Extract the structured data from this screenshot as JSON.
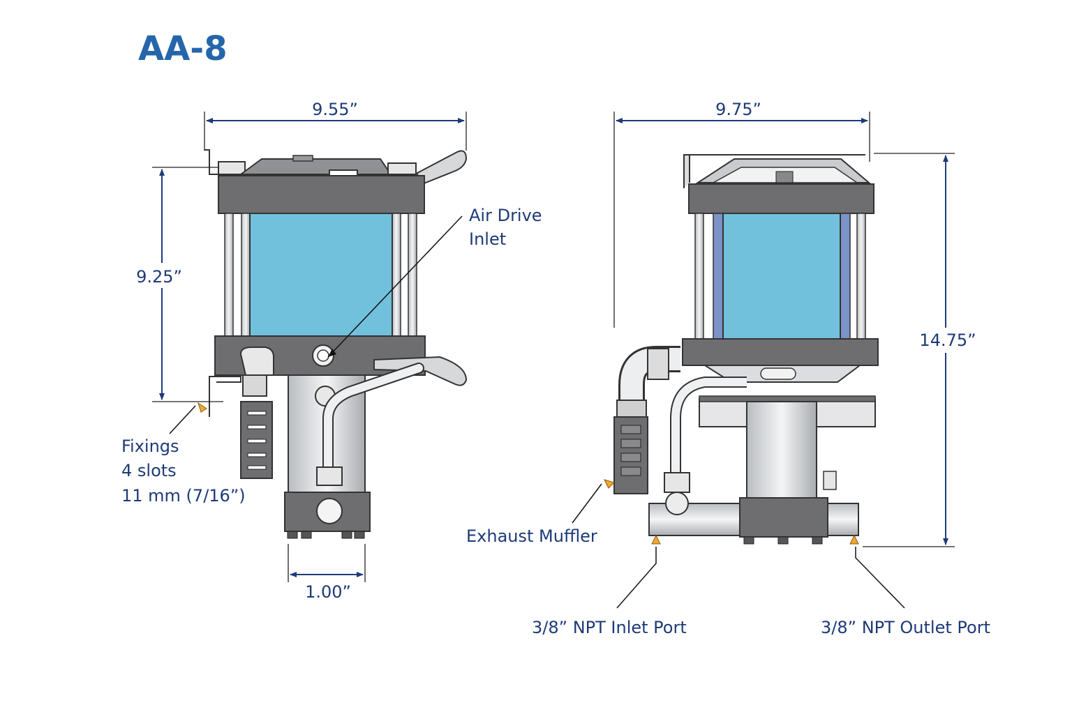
{
  "title": "AA-8",
  "dimensions": {
    "front_width": "9.55”",
    "front_height": "9.25”",
    "front_base": "1.00”",
    "side_width": "9.75”",
    "side_height": "14.75”"
  },
  "callouts": {
    "air_drive_inlet_line1": "Air Drive",
    "air_drive_inlet_line2": "Inlet",
    "fixings_line1": "Fixings",
    "fixings_line2": "4 slots",
    "fixings_line3": "11 mm (7/16”)",
    "exhaust_muffler": "Exhaust Muffler",
    "inlet_port": "3/8” NPT Inlet Port",
    "outlet_port": "3/8” NPT Outlet Port"
  },
  "colors": {
    "title": "#2566ab",
    "label_text": "#1d3a78",
    "cylinder_blue": "#72c1dc",
    "block_gray": "#6e6e70",
    "arrow_marker": "#f0a830"
  }
}
